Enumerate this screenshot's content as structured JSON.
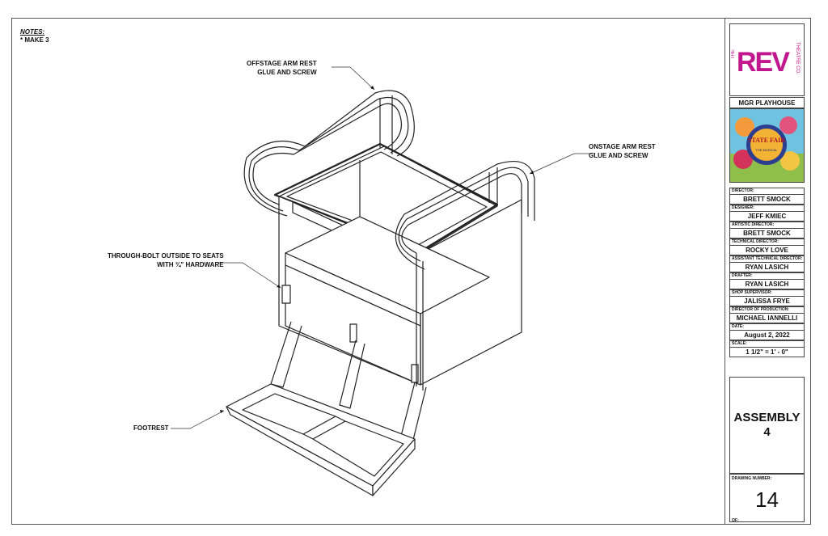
{
  "notes": {
    "heading": "NOTES:",
    "items": [
      "* MAKE 3"
    ]
  },
  "callouts": {
    "offstage_arm_rest": [
      "OFFSTAGE ARM REST",
      "GLUE AND SCREW"
    ],
    "onstage_arm_rest": [
      "ONSTAGE ARM REST",
      "GLUE AND SCREW"
    ],
    "through_bolt": [
      "THROUGH-BOLT OUTSIDE TO SEATS",
      "WITH ¾\" HARDWARE"
    ],
    "footrest": [
      "FOOTREST"
    ]
  },
  "title_block": {
    "logo": {
      "main": "REV",
      "prefix": "THE",
      "suffix": "THEATRE CO."
    },
    "venue": "MGR PLAYHOUSE",
    "poster": {
      "title": "STATE FAIR",
      "subtitle": "THE MUSICAL"
    },
    "credits": [
      {
        "label": "DIRECTOR:",
        "value": "BRETT SMOCK"
      },
      {
        "label": "DESIGNER:",
        "value": "JEFF KMIEC"
      },
      {
        "label": "ARTISTIC DIRECTOR:",
        "value": "BRETT SMOCK"
      },
      {
        "label": "TECHNICAL DIRECTOR:",
        "value": "ROCKY LOVE"
      },
      {
        "label": "ASSISTANT TECHNICAL DIRECTOR:",
        "value": "RYAN LASICH"
      },
      {
        "label": "DRAFTER:",
        "value": "RYAN LASICH"
      },
      {
        "label": "SHOP SUPERVISOR:",
        "value": "JALISSA FRYE"
      },
      {
        "label": "DIRECTOR OF PRODUCTION:",
        "value": "MICHAEL IANNELLI"
      },
      {
        "label": "DATE:",
        "value": "August 2, 2022"
      },
      {
        "label": "SCALE:",
        "value": "1 1/2\" = 1' - 0\""
      }
    ],
    "assembly": [
      "ASSEMBLY",
      "4"
    ],
    "drawing_number_label": "DRAWING NUMBER:",
    "drawing_number": "14",
    "of_label": "OF:"
  },
  "colors": {
    "logo": "#c2168f",
    "line": "#222222",
    "poster_sky": "#6fc3e0"
  }
}
